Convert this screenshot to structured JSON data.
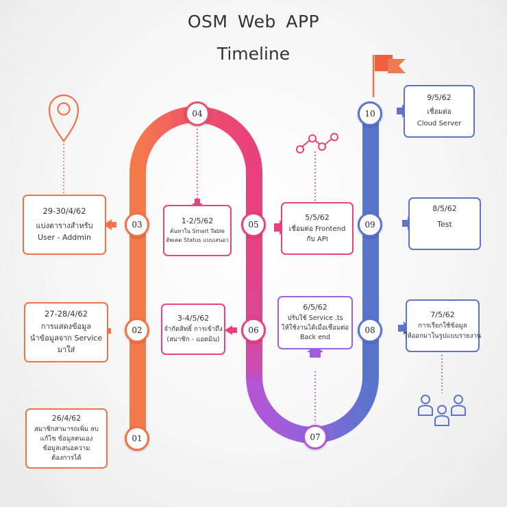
{
  "header": {
    "title": "OSM  Web  APP",
    "subtitle": "Timeline"
  },
  "colors": {
    "orange": "#f07247",
    "pink": "#e8417c",
    "purple": "#a05de0",
    "blue": "#5a74cc"
  },
  "icons": [
    "map-pin-icon",
    "flag-icon",
    "network-nodes-icon",
    "people-group-icon",
    "arrow-right-icon",
    "arrow-left-icon",
    "arrow-down-icon",
    "arrow-up-icon"
  ],
  "milestones": [
    {
      "number": "01",
      "date": "26/4/62",
      "lines": [
        "สมาชิกสามารถเพิ่ม ลบ",
        "แก้ไข ข้อมูลตนเอง",
        "ข้อมูลเสนอความ",
        "ต้องการได้"
      ]
    },
    {
      "number": "02",
      "date": "27-28/4/62",
      "lines": [
        "การแสดงข้อมูล",
        "นำข้อมูลจาก Service",
        "มาใส่"
      ]
    },
    {
      "number": "03",
      "date": "29-30/4/62",
      "lines": [
        "แบ่งตารางสำหรับ",
        "User  -  Addmin"
      ]
    },
    {
      "number": "04",
      "date": "1-2/5/62",
      "lines": [
        "ค้นหาใน Smart Table",
        "อัพเดต Status แบบเสนอว"
      ]
    },
    {
      "number": "05",
      "date": "5/5/62",
      "lines": [
        "เชื่อมต่อ Frontend",
        "กับ API"
      ]
    },
    {
      "number": "06",
      "date": "3-4/5/62",
      "lines": [
        "จำกัดสิทธิ์ การเข้าถึง",
        "(สมาชิก - แอดมิน)"
      ]
    },
    {
      "number": "07",
      "date": "6/5/62",
      "lines": [
        "ปรับใช้ Service .ts",
        "ให้ใช้งานได้เมื่อเชื่อมต่อ",
        "Back end"
      ]
    },
    {
      "number": "08",
      "date": "7/5/62",
      "lines": [
        "การเรียกใช้ข้อมูล",
        "ให้ออกมาในรูปแบบรายงาน"
      ]
    },
    {
      "number": "09",
      "date": "8/5/62",
      "lines": [
        "Test"
      ]
    },
    {
      "number": "10",
      "date": "9/5/62",
      "lines": [
        "เชื่อมต่อ",
        "Cloud Server"
      ]
    }
  ]
}
